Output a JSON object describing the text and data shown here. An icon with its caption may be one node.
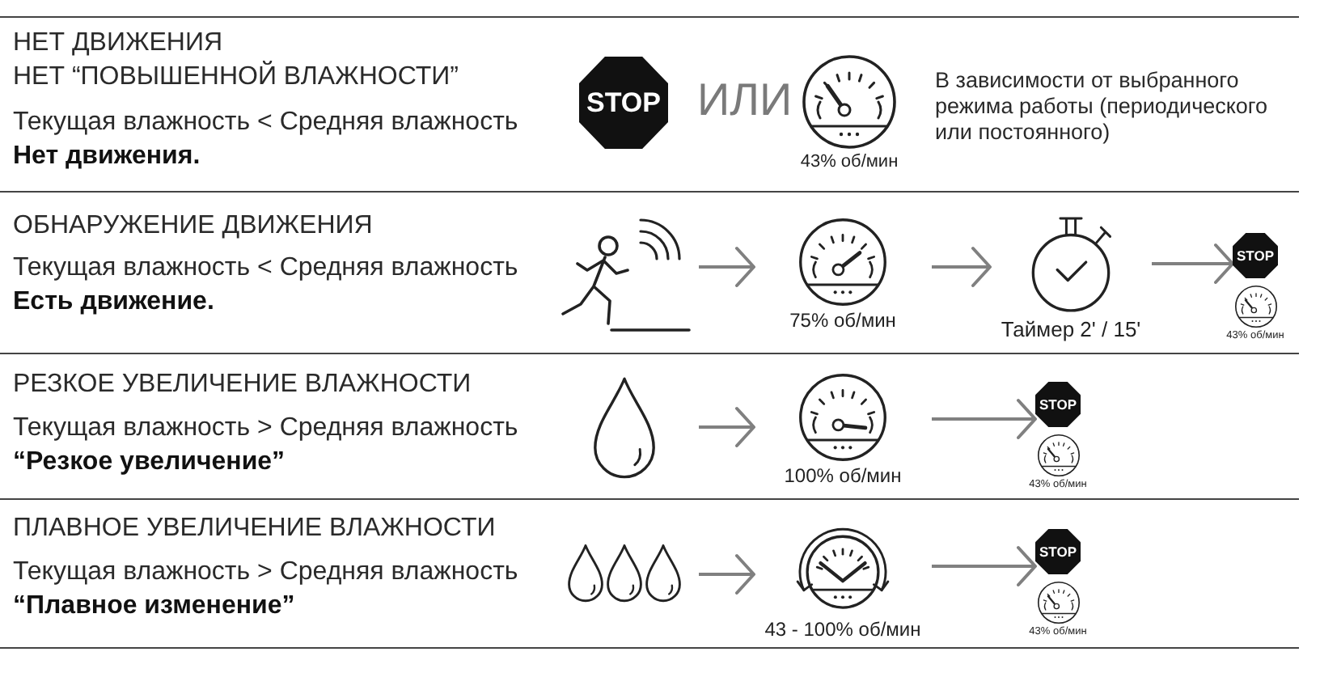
{
  "diagram": {
    "nodes": [
      {
        "text": [
          "STOP"
        ]
      },
      {
        "text": [],
        "shape": "picture",
        "beside": [
          "43% об/мин"
        ]
      },
      {
        "text": [],
        "shape": "picture"
      },
      {
        "text": [],
        "shape": "picture",
        "beside": [
          "75% об/мин"
        ]
      },
      {
        "text": [],
        "shape": "picture",
        "beside": [
          "Таймер 2' / 15'"
        ]
      },
      {
        "text": [
          "STOP"
        ]
      },
      {
        "text": [],
        "shape": "picture",
        "beside": [
          "43% об/мин"
        ]
      },
      {
        "text": [],
        "shape": "picture"
      },
      {
        "text": [],
        "shape": "picture",
        "beside": [
          "100% об/мин"
        ]
      },
      {
        "text": [
          "STOP"
        ]
      },
      {
        "text": [],
        "shape": "picture",
        "beside": [
          "43% об/мин"
        ]
      },
      {
        "text": [],
        "shape": "picture"
      },
      {
        "text": [],
        "shape": "picture",
        "beside": [
          "43 - 100% об/мин"
        ]
      },
      {
        "text": [
          "STOP"
        ]
      },
      {
        "text": [],
        "shape": "picture",
        "beside": [
          "43% об/мин"
        ]
      }
    ],
    "edges": [
      {
        "from": 2,
        "to": 3,
        "arrow": "to"
      },
      {
        "from": 3,
        "to": 4,
        "arrow": "to"
      },
      {
        "from": 4,
        "to": 5,
        "arrow": "to"
      },
      {
        "from": 7,
        "to": 8,
        "arrow": "to"
      },
      {
        "from": 8,
        "to": 9,
        "arrow": "to"
      },
      {
        "from": 11,
        "to": 12,
        "arrow": "to"
      },
      {
        "from": 12,
        "to": 13,
        "arrow": "to"
      }
    ],
    "labels": [
      "НЕТ ДВИЖЕНИЯ",
      "НЕТ “ПОВЫШЕННОЙ ВЛАЖНОСТИ”",
      "Текущая влажность < Средняя влажность",
      "Нет движения.",
      "ИЛИ",
      "В зависимости от выбранного режима работы (периодического или постоянного)",
      "ОБНАРУЖЕНИЕ ДВИЖЕНИЯ",
      "Текущая влажность < Средняя влажность",
      "Есть движение.",
      "РЕЗКОЕ УВЕЛИЧЕНИЕ ВЛАЖНОСТИ",
      "Текущая влажность > Средняя влажность",
      "“Резкое увеличение”",
      "ПЛАВНОЕ УВЕЛИЧЕНИЕ ВЛАЖНОСТИ",
      "Текущая влажность > Средняя влажность",
      "“Плавное изменение”"
    ]
  }
}
